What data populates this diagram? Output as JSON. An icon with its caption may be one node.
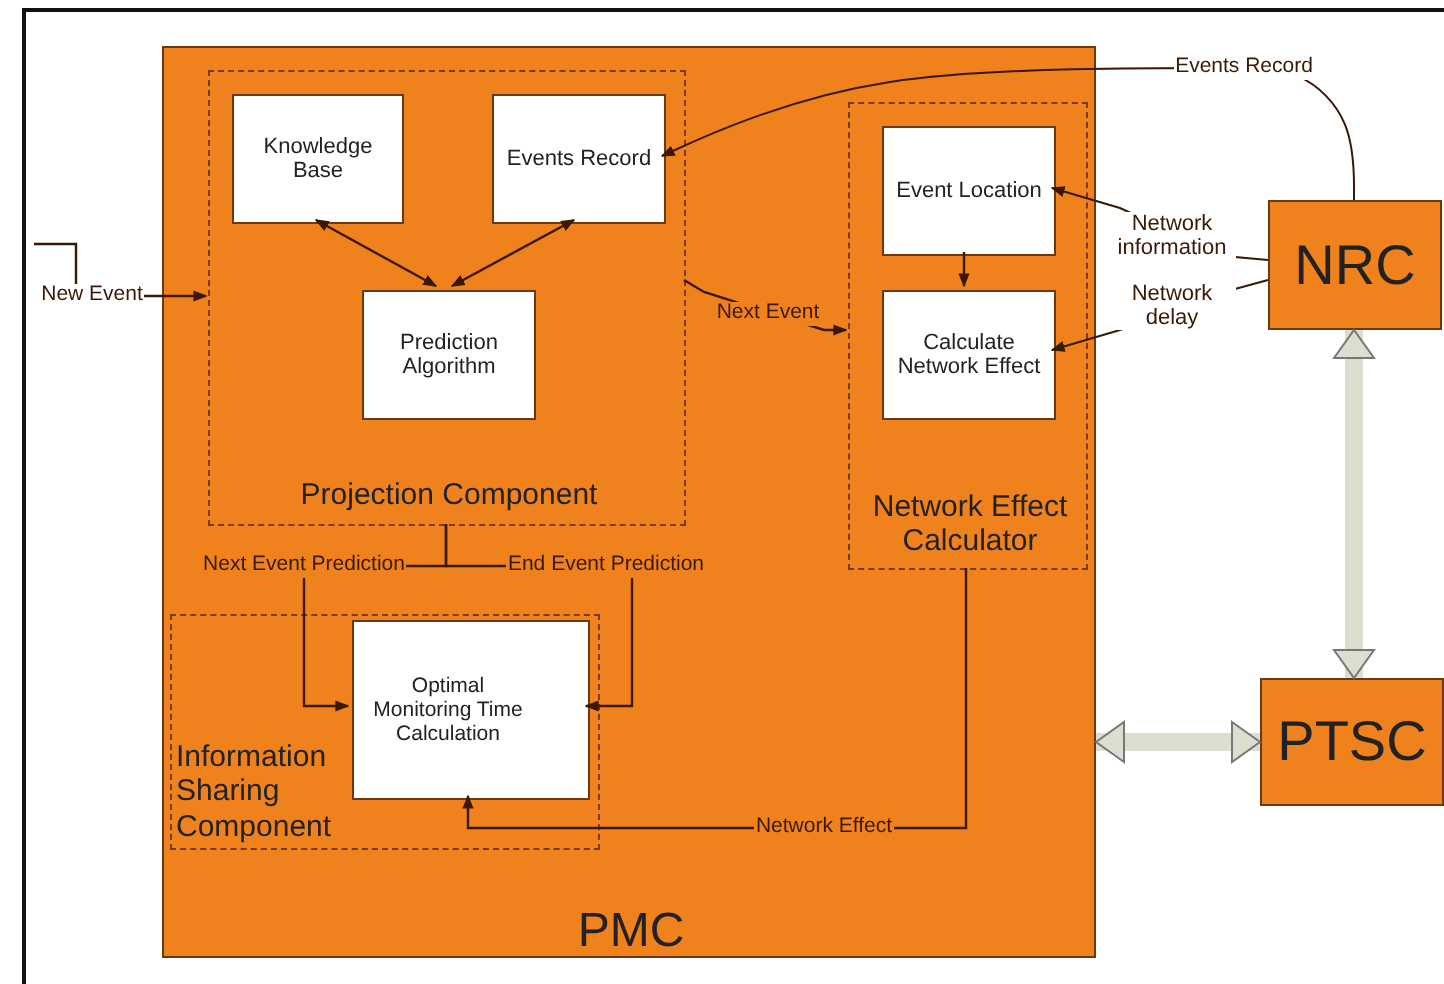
{
  "diagram": {
    "nodes": [
      {
        "text": [
          "PMC"
        ]
      },
      {
        "text": [
          "Projection Component"
        ],
        "in": 0
      },
      {
        "text": [
          "Knowledge Base"
        ],
        "in": 1
      },
      {
        "text": [
          "Events Record"
        ],
        "in": 1
      },
      {
        "text": [
          "Prediction Algorithm"
        ],
        "in": 1
      },
      {
        "text": [
          "Network Effect Calculator"
        ],
        "in": 0
      },
      {
        "text": [
          "Event Location"
        ],
        "in": 5
      },
      {
        "text": [
          "Calculate Network Effect"
        ],
        "in": 5
      },
      {
        "text": [
          "Information Sharing Component"
        ],
        "in": 0
      },
      {
        "text": [
          "Optimal Monitoring Time Calculation"
        ],
        "in": 8
      },
      {
        "text": [
          "NRC"
        ]
      },
      {
        "text": [
          "PTSC"
        ]
      }
    ],
    "edges": [
      {
        "from": null,
        "to": 1,
        "arrow": "to",
        "label": "New Event"
      },
      {
        "from": 2,
        "to": 4,
        "arrow": "both"
      },
      {
        "from": 3,
        "to": 4,
        "arrow": "both"
      },
      {
        "from": 1,
        "to": 5,
        "arrow": "to",
        "label": "Next Event"
      },
      {
        "from": 10,
        "to": 3,
        "arrow": "to",
        "label": "Events Record"
      },
      {
        "from": 10,
        "to": 6,
        "arrow": "to",
        "label": "Network information"
      },
      {
        "from": 10,
        "to": 7,
        "arrow": "to",
        "label": "Network delay"
      },
      {
        "from": 6,
        "to": 7,
        "arrow": "to"
      },
      {
        "from": 1,
        "to": 9,
        "arrow": "to",
        "label": "Next Event Prediction"
      },
      {
        "from": 1,
        "to": 9,
        "arrow": "to",
        "label": "End Event Prediction"
      },
      {
        "from": 5,
        "to": 9,
        "arrow": "to",
        "label": "Network Effect"
      },
      {
        "from": 10,
        "to": 11,
        "arrow": "both",
        "style": "thick",
        "color": "#dcdfcf"
      },
      {
        "from": 0,
        "to": 11,
        "arrow": "both",
        "style": "thick",
        "color": "#dcdfcf"
      }
    ]
  }
}
